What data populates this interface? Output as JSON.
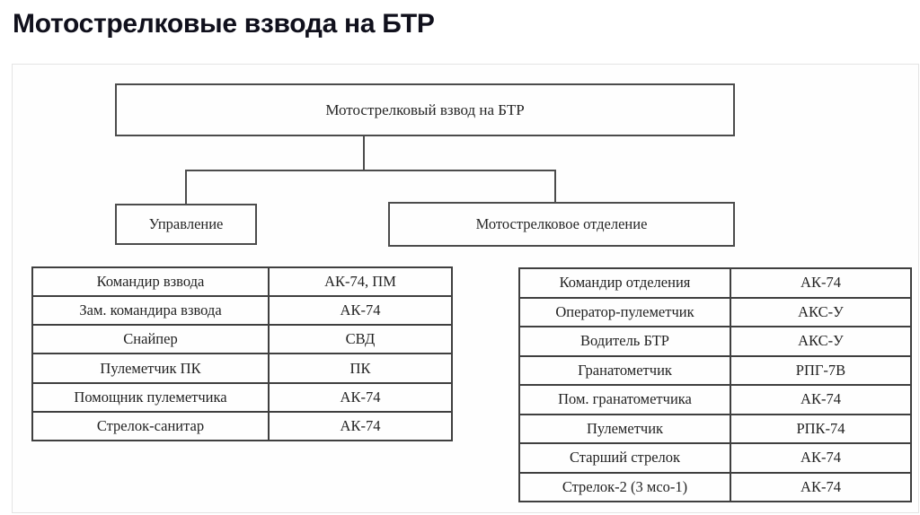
{
  "title": "Мотострелковые взвода на БТР",
  "orgchart": {
    "root": "Мотострелковый взвод на БТР",
    "children": [
      "Управление",
      "Мотострелковое отделение"
    ]
  },
  "tables": {
    "platoon_command": {
      "rows": [
        {
          "role": "Командир взвода",
          "weapon": "АК-74, ПМ"
        },
        {
          "role": "Зам. командира взвода",
          "weapon": "АК-74"
        },
        {
          "role": "Снайпер",
          "weapon": "СВД"
        },
        {
          "role": "Пулеметчик ПК",
          "weapon": "ПК"
        },
        {
          "role": "Помощник пулеметчика",
          "weapon": "АК-74"
        },
        {
          "role": "Стрелок-санитар",
          "weapon": "АК-74"
        }
      ]
    },
    "rifle_squad": {
      "rows": [
        {
          "role": "Командир отделения",
          "weapon": "АК-74"
        },
        {
          "role": "Оператор-пулеметчик",
          "weapon": "АКС-У"
        },
        {
          "role": "Водитель БТР",
          "weapon": "АКС-У"
        },
        {
          "role": "Гранатометчик",
          "weapon": "РПГ-7В"
        },
        {
          "role": "Пом. гранатометчика",
          "weapon": "АК-74"
        },
        {
          "role": "Пулеметчик",
          "weapon": "РПК-74"
        },
        {
          "role": "Старший стрелок",
          "weapon": "АК-74"
        },
        {
          "role": "Стрелок-2 (3 мсо-1)",
          "weapon": "АК-74"
        }
      ]
    }
  },
  "colors": {
    "box_border": "#4c4c4c",
    "table_border": "#3f3f3f",
    "panel_border": "#e4e4e4",
    "text": "#222222"
  }
}
